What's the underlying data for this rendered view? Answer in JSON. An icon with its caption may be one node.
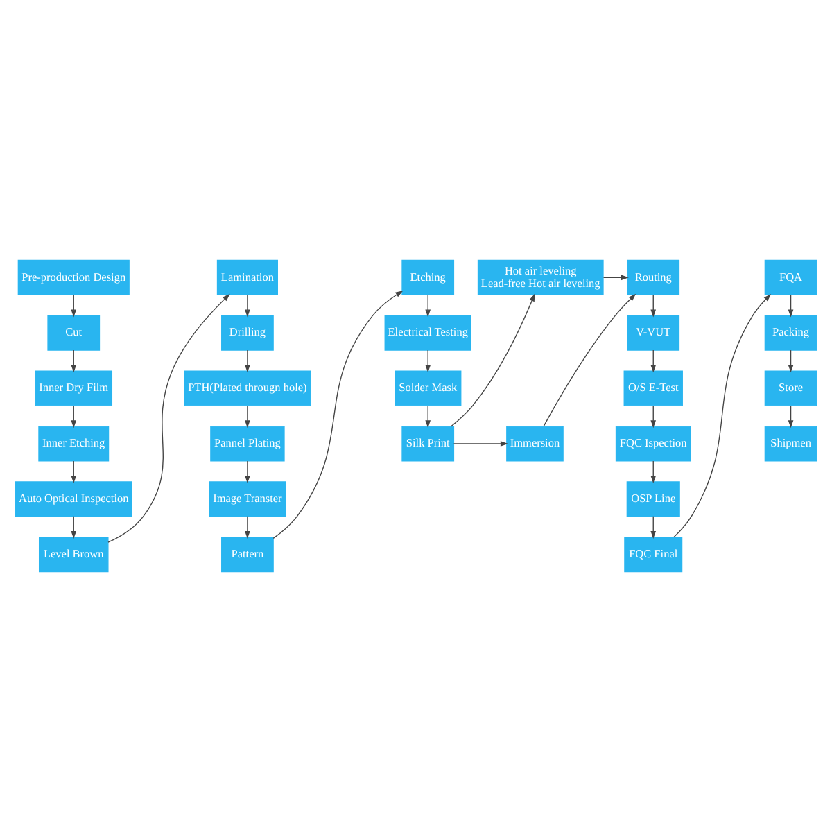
{
  "diagram": {
    "nodes": [
      {
        "text": [
          "Pre-production Design"
        ]
      },
      {
        "text": [
          "Cut"
        ]
      },
      {
        "text": [
          "Inner Dry Film"
        ]
      },
      {
        "text": [
          "Inner Etching"
        ]
      },
      {
        "text": [
          "Auto Optical Inspection"
        ]
      },
      {
        "text": [
          "Level Brown"
        ]
      },
      {
        "text": [
          "Lamination"
        ]
      },
      {
        "text": [
          "Drilling"
        ]
      },
      {
        "text": [
          "PTH(Plated througn hole)"
        ]
      },
      {
        "text": [
          "Pannel Plating"
        ]
      },
      {
        "text": [
          "Image Transter"
        ]
      },
      {
        "text": [
          "Pattern"
        ]
      },
      {
        "text": [
          "Etching"
        ]
      },
      {
        "text": [
          "Electrical Testing"
        ]
      },
      {
        "text": [
          "Solder Mask"
        ]
      },
      {
        "text": [
          "Silk Print"
        ]
      },
      {
        "text": [
          "Immersion"
        ]
      },
      {
        "text": [
          "Hot air leveling",
          "Lead-free Hot air leveling"
        ]
      },
      {
        "text": [
          "Routing"
        ]
      },
      {
        "text": [
          "V-VUT"
        ]
      },
      {
        "text": [
          "O/S E-Test"
        ]
      },
      {
        "text": [
          "FQC Ispection"
        ]
      },
      {
        "text": [
          "OSP Line"
        ]
      },
      {
        "text": [
          "FQC Final"
        ]
      },
      {
        "text": [
          "FQA"
        ]
      },
      {
        "text": [
          "Packing"
        ]
      },
      {
        "text": [
          "Store"
        ]
      },
      {
        "text": [
          "Shipmen"
        ]
      }
    ],
    "edges": [
      {
        "from": 0,
        "to": 1,
        "arrow": "to"
      },
      {
        "from": 1,
        "to": 2,
        "arrow": "to"
      },
      {
        "from": 2,
        "to": 3,
        "arrow": "to"
      },
      {
        "from": 3,
        "to": 4,
        "arrow": "to"
      },
      {
        "from": 4,
        "to": 5,
        "arrow": "to"
      },
      {
        "from": 5,
        "to": 6,
        "arrow": "to"
      },
      {
        "from": 6,
        "to": 7,
        "arrow": "to"
      },
      {
        "from": 7,
        "to": 8,
        "arrow": "to"
      },
      {
        "from": 8,
        "to": 9,
        "arrow": "to"
      },
      {
        "from": 9,
        "to": 10,
        "arrow": "to"
      },
      {
        "from": 10,
        "to": 11,
        "arrow": "to"
      },
      {
        "from": 11,
        "to": 12,
        "arrow": "to"
      },
      {
        "from": 12,
        "to": 13,
        "arrow": "to"
      },
      {
        "from": 13,
        "to": 14,
        "arrow": "to"
      },
      {
        "from": 14,
        "to": 15,
        "arrow": "to"
      },
      {
        "from": 15,
        "to": 16,
        "arrow": "to"
      },
      {
        "from": 15,
        "to": 17,
        "arrow": "to"
      },
      {
        "from": 16,
        "to": 18,
        "arrow": "to"
      },
      {
        "from": 17,
        "to": 18,
        "arrow": "to"
      },
      {
        "from": 18,
        "to": 19,
        "arrow": "to"
      },
      {
        "from": 19,
        "to": 20,
        "arrow": "to"
      },
      {
        "from": 20,
        "to": 21,
        "arrow": "to"
      },
      {
        "from": 21,
        "to": 22,
        "arrow": "to"
      },
      {
        "from": 22,
        "to": 23,
        "arrow": "to"
      },
      {
        "from": 23,
        "to": 24,
        "arrow": "to"
      },
      {
        "from": 24,
        "to": 25,
        "arrow": "to"
      },
      {
        "from": 25,
        "to": 26,
        "arrow": "to"
      },
      {
        "from": 26,
        "to": 27,
        "arrow": "to"
      }
    ]
  }
}
